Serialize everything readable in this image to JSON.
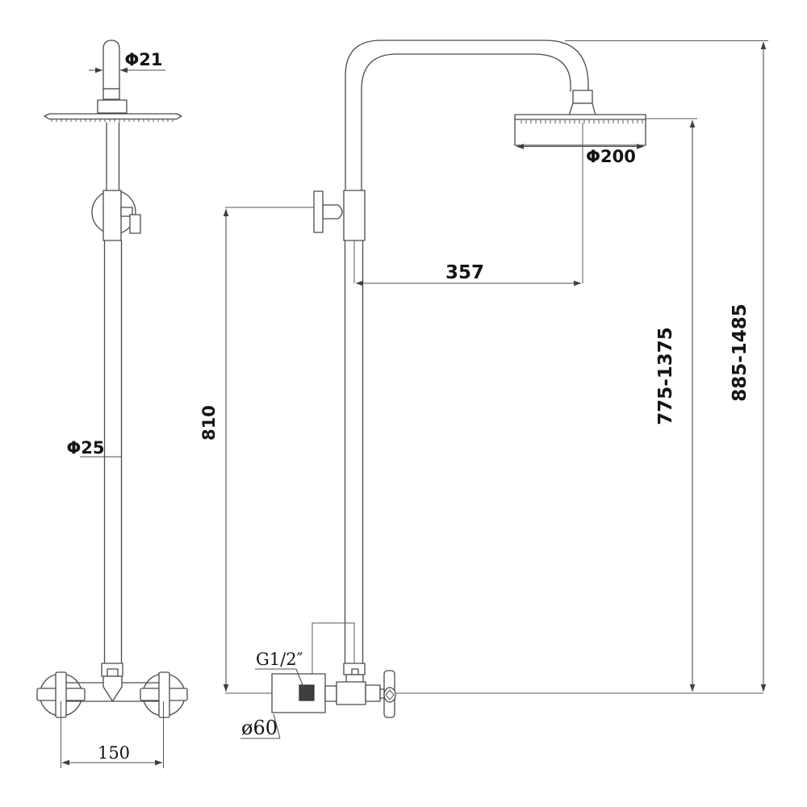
{
  "drawing": {
    "type": "technical-dimension-drawing",
    "subject": "wall-mounted shower column with rain head and cross-handle mixer, front and side views",
    "labels": {
      "phi21": "Φ21",
      "phi200": "Φ200",
      "phi25": "Φ25",
      "dim357": "357",
      "dim810": "810",
      "range_head": "775-1375",
      "range_total": "885-1485",
      "dim150": "150",
      "thread": "G1/2″",
      "phi60": "ø60"
    },
    "colors": {
      "background": "#ffffff",
      "line": "#4a4a4a",
      "dimension_line": "#4f4f4f",
      "text": "#141414",
      "port_fill": "#3f3f3f"
    }
  }
}
